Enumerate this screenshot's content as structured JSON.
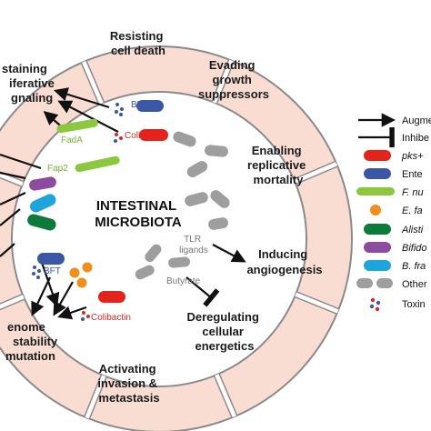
{
  "hallmarks": {
    "resisting_cell_death": [
      "Resisting",
      "cell death"
    ],
    "evading_growth_suppressors": [
      "Evading",
      "growth",
      "suppressors"
    ],
    "enabling_replicative_mortality": [
      "Enabling",
      "replicative",
      "mortality"
    ],
    "inducing_angiogenesis": [
      "Inducing",
      "angiogenesis"
    ],
    "deregulating_cellular_energetics": [
      "Deregulating",
      "cellular",
      "energetics"
    ],
    "activating_invasion_metastasis": [
      "Activating",
      "invasion &",
      "metastasis"
    ],
    "genome_instability_mutation": [
      "enome",
      "stability",
      "mutation"
    ],
    "sustaining_proliferative_signaling": [
      "staining",
      "iferative",
      "gnaling"
    ]
  },
  "center": {
    "line1": "INTESTINAL",
    "line2": "MICROBIOTA"
  },
  "labels": {
    "bft_top": "BFT",
    "colibactin_top": "Colibactin",
    "fada": "FadA",
    "fap2": "Fap2",
    "tlr": [
      "TLR",
      "ligands"
    ],
    "butyrate": "Butyrate",
    "bft_bottom": "BFT",
    "colibactin_bottom": "Colibactin"
  },
  "legend": {
    "items": [
      {
        "label": "Augme",
        "italic": false
      },
      {
        "label": "Inhibe",
        "italic": false
      },
      {
        "label": "pks+",
        "italic": true
      },
      {
        "label": "Ente",
        "italic": false
      },
      {
        "label": "F. nu",
        "italic": true
      },
      {
        "label": "E. fa",
        "italic": true
      },
      {
        "label": "Alisti",
        "italic": true
      },
      {
        "label": "Bifido",
        "italic": true
      },
      {
        "label": "B. fra",
        "italic": true
      },
      {
        "label": "Other",
        "italic": false
      },
      {
        "label": "Toxin",
        "italic": false
      }
    ]
  },
  "colors": {
    "ring": "#f9ddd2",
    "ring_stroke": "#8a8a8a",
    "inner_bg": "#ffffff",
    "pks": "#e3231c",
    "enterotoxigenic": "#3a56a5",
    "fuso": "#8dc63f",
    "faecalis": "#f18e1c",
    "alistipes": "#0d7a3c",
    "bifido": "#8b4b9e",
    "bfragilis": "#1ea5dc",
    "others": "#9e9e9e",
    "fada_text": "#7bb33a",
    "colibactin_text": "#d32b25",
    "bft_text": "#3a56a5",
    "gray_text": "#777777"
  }
}
